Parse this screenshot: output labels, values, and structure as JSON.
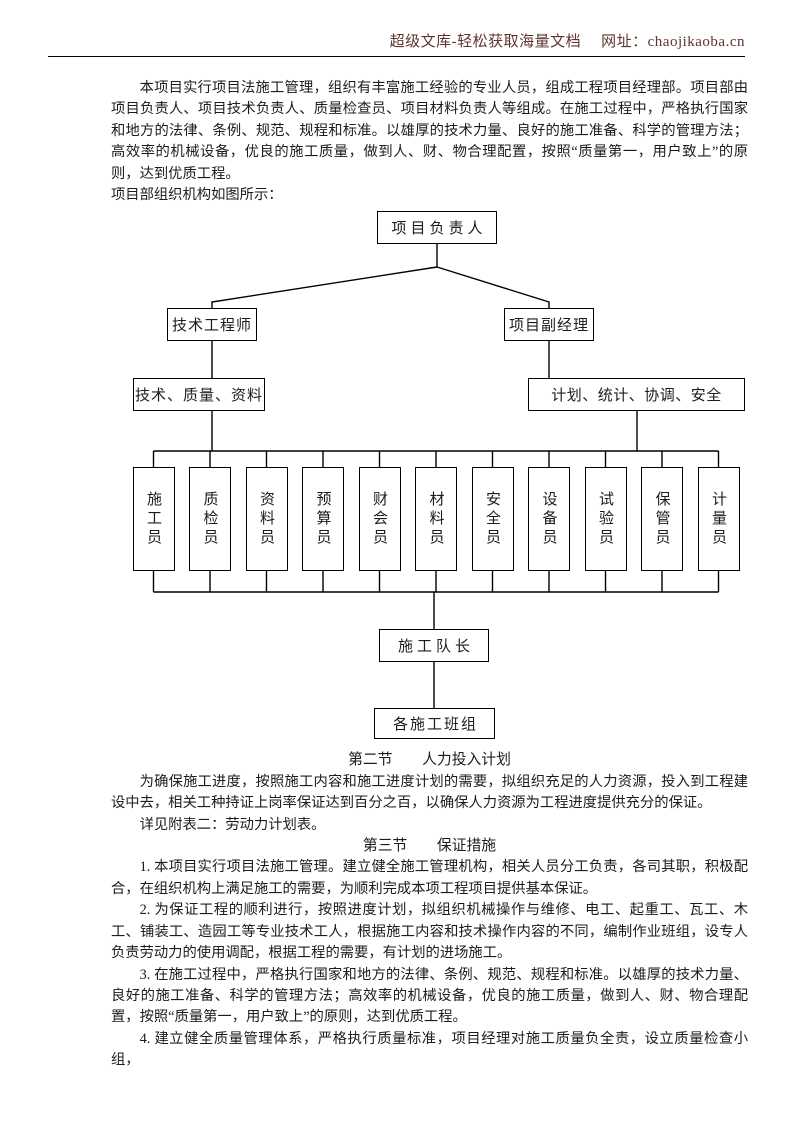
{
  "header": {
    "brand": "超级文库-轻松获取海量文档",
    "address": "网址：chaojikaoba.cn",
    "brand_color": "#5e342c"
  },
  "intro": {
    "p1": "本项目实行项目法施工管理，组织有丰富施工经验的专业人员，组成工程项目经理部。项目部由项目负责人、项目技术负责人、质量检查员、项目材料负责人等组成。在施工过程中，严格执行国家和地方的法律、条例、规范、规程和标准。以雄厚的技术力量、良好的施工准备、科学的管理方法；高效率的机械设备，优良的施工质量，做到人、财、物合理配置，按照“质量第一，用户致上”的原则，达到优质工程。",
    "p2": "项目部组织机构如图所示："
  },
  "org_chart": {
    "root": "项目负责人",
    "level2": [
      "技术工程师",
      "项目副经理"
    ],
    "level3": [
      "技术、质量、资料",
      "计划、统计、协调、安全"
    ],
    "staff": [
      "施工员",
      "质检员",
      "资料员",
      "预算员",
      "财会员",
      "材料员",
      "安全员",
      "设备员",
      "试验员",
      "保管员",
      "计量员"
    ],
    "leader": "施工队长",
    "teams": "各施工班组"
  },
  "section2": {
    "heading": "第二节　　人力投入计划",
    "p1": "为确保施工进度，按照施工内容和施工进度计划的需要，拟组织充足的人力资源，投入到工程建设中去，相关工种持证上岗率保证达到百分之百，以确保人力资源为工程进度提供充分的保证。",
    "p2": "详见附表二：劳动力计划表。"
  },
  "section3": {
    "heading": "第三节　　保证措施",
    "items": [
      "1. 本项目实行项目法施工管理。建立健全施工管理机构，相关人员分工负责，各司其职，积极配合，在组织机构上满足施工的需要，为顺利完成本项工程项目提供基本保证。",
      "2. 为保证工程的顺利进行，按照进度计划，拟组织机械操作与维修、电工、起重工、瓦工、木工、铺装工、造园工等专业技术工人，根据施工内容和技术操作内容的不同，编制作业班组，设专人负责劳动力的使用调配，根据工程的需要，有计划的进场施工。",
      "3. 在施工过程中，严格执行国家和地方的法律、条例、规范、规程和标准。以雄厚的技术力量、良好的施工准备、科学的管理方法；高效率的机械设备，优良的施工质量，做到人、财、物合理配置，按照“质量第一，用户致上”的原则，达到优质工程。",
      "4. 建立健全质量管理体系，严格执行质量标准，项目经理对施工质量负全责，设立质量检查小组，"
    ]
  }
}
